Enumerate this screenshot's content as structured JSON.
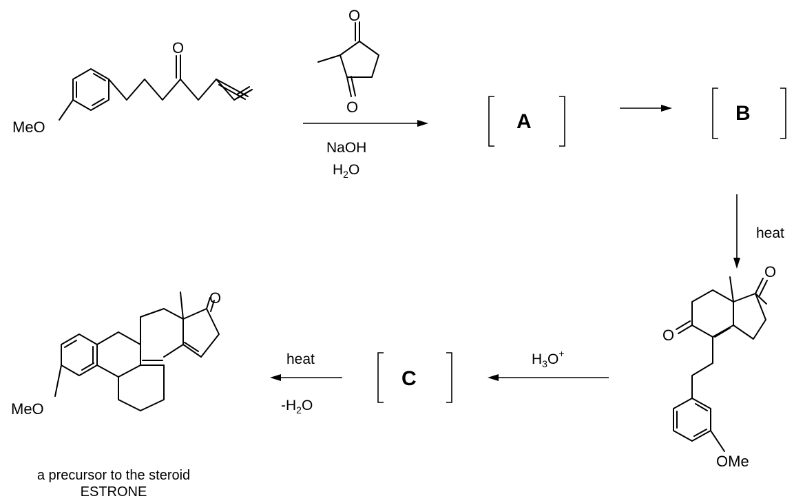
{
  "atoms": {
    "oxygen": "O",
    "methoxy_left": "MeO",
    "methoxy_right": "OMe"
  },
  "reagents": {
    "step1_base": "NaOH",
    "step1_solvent_pre": "H",
    "step1_solvent_sub": "2",
    "step1_solvent_post": "O",
    "step3": "heat",
    "step4_pre": "H",
    "step4_sub": "3",
    "step4_post": "O",
    "step4_sup": "+",
    "step5": "heat",
    "step5_loss_pre": "-H",
    "step5_loss_sub": "2",
    "step5_loss_post": "O"
  },
  "intermediates": {
    "a": "A",
    "b": "B",
    "c": "C"
  },
  "caption": {
    "line1": "a precursor to the steroid",
    "line2": "ESTRONE"
  }
}
